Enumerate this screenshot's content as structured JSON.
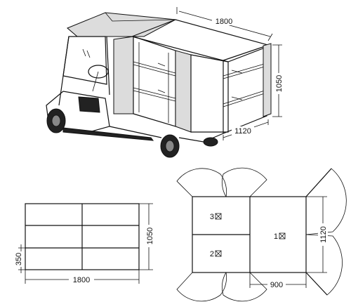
{
  "iso_view": {
    "dimensions": {
      "length": "1800",
      "height": "1050",
      "width": "1120"
    }
  },
  "front_view": {
    "dimensions": {
      "width": "1800",
      "height": "1050",
      "shelf_spacing": "350"
    }
  },
  "plan_view": {
    "compartments": [
      {
        "label": "3"
      },
      {
        "label": "2"
      },
      {
        "label": "1"
      }
    ],
    "dimensions": {
      "width": "1120",
      "depth": "900"
    }
  }
}
